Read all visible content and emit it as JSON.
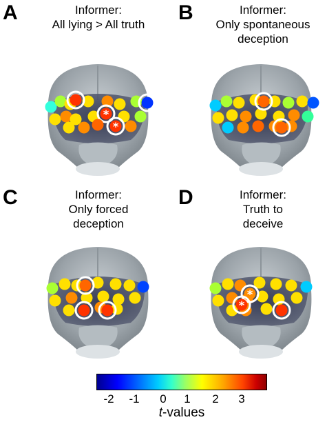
{
  "panels": [
    {
      "letter": "A",
      "title": [
        "Informer:",
        "All lying > All truth"
      ]
    },
    {
      "letter": "B",
      "title": [
        "Informer:",
        "Only spontaneous",
        "deception"
      ]
    },
    {
      "letter": "C",
      "title": [
        "Informer:",
        "Only forced",
        "deception"
      ]
    },
    {
      "letter": "D",
      "title": [
        "Informer:",
        "Truth to",
        "deceive"
      ]
    }
  ],
  "colorbar": {
    "ticks": [
      "-2",
      "-1",
      "0",
      "1",
      "2",
      "3"
    ],
    "label_italic": "t",
    "label_rest": "-values"
  }
}
